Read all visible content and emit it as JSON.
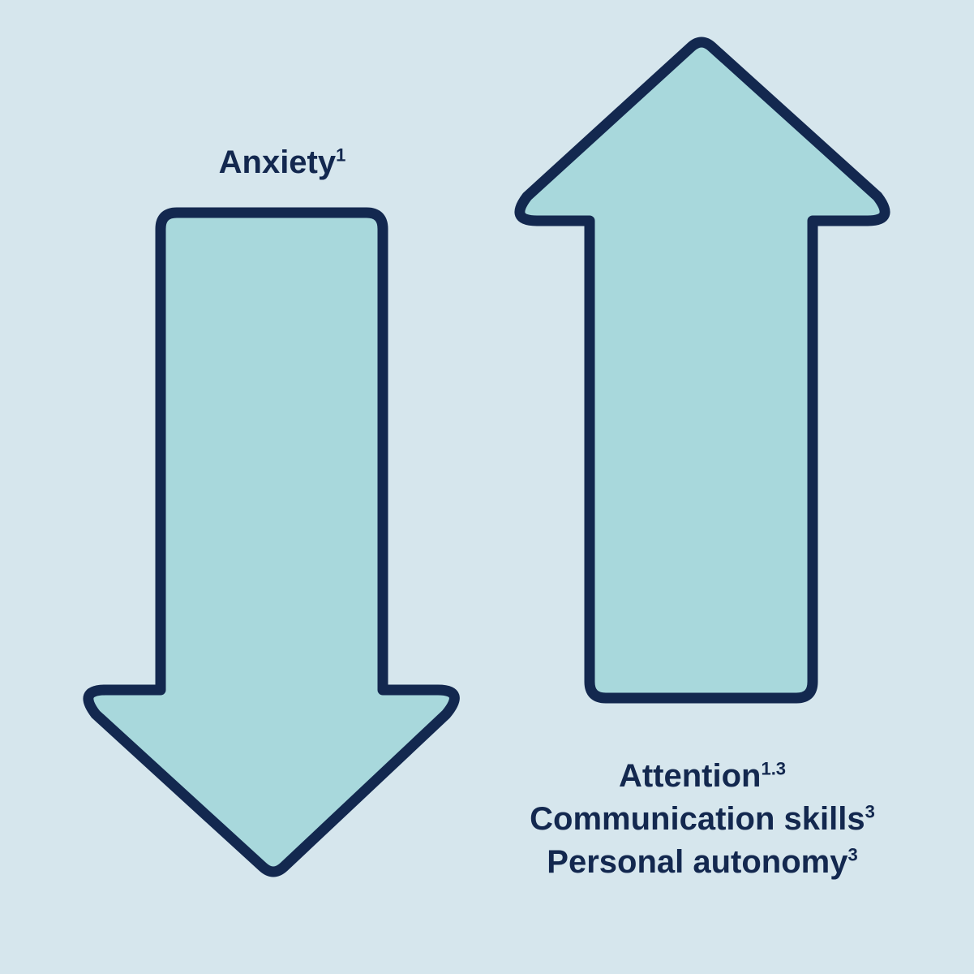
{
  "colors": {
    "background": "#d6e6ed",
    "arrow_fill": "#a8d8dc",
    "arrow_stroke": "#13284f",
    "text": "#13284f"
  },
  "decrease": {
    "label": "Anxiety",
    "label_sup": "1",
    "direction": "down"
  },
  "increase": {
    "direction": "up",
    "items": [
      {
        "label": "Attention",
        "sup": "1.3"
      },
      {
        "label": "Communication skills",
        "sup": "3"
      },
      {
        "label": "Personal autonomy",
        "sup": "3"
      }
    ]
  }
}
